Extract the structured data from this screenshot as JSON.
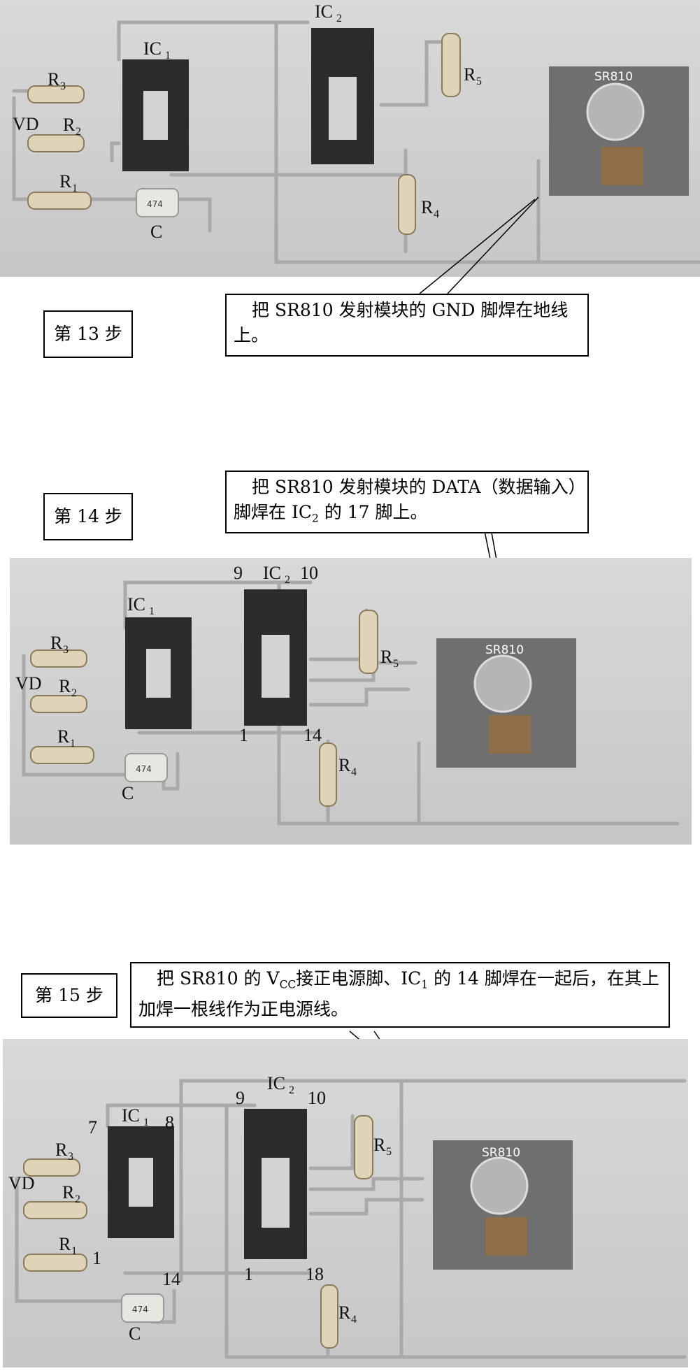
{
  "colors": {
    "board_bg": "#d3d3d3",
    "chip": "#2b2b2b",
    "wire": "#a9a9a9",
    "module": "#6f6f6f"
  },
  "step13": {
    "step_label": "第 13 步",
    "note": "把 SR810 发射模块的 GND 脚焊在地线上。",
    "labels": {
      "ic1": "IC",
      "ic1_sub": "1",
      "ic2": "IC",
      "ic2_sub": "2",
      "r1": "R",
      "r1_sub": "1",
      "r2": "R",
      "r2_sub": "2",
      "r3": "R",
      "r3_sub": "3",
      "r4": "R",
      "r4_sub": "4",
      "r5": "R",
      "r5_sub": "5",
      "vd": "VD",
      "c": "C",
      "cap_code": "474",
      "module_name": "SR810"
    }
  },
  "step14": {
    "step_label": "第 14 步",
    "note_a": "把 SR810 发射模块的 DATA（数据输入）脚焊在 IC",
    "note_sub": "2",
    "note_b": " 的 17 脚上。",
    "labels": {
      "ic1": "IC",
      "ic1_sub": "1",
      "ic2": "IC",
      "ic2_sub": "2",
      "pin9": "9",
      "pin10": "10",
      "pin1": "1",
      "pin14": "14",
      "r1": "R",
      "r1_sub": "1",
      "r2": "R",
      "r2_sub": "2",
      "r3": "R",
      "r3_sub": "3",
      "r4": "R",
      "r4_sub": "4",
      "r5": "R",
      "r5_sub": "5",
      "vd": "VD",
      "c": "C",
      "cap_code": "474",
      "module_name": "SR810"
    }
  },
  "step15": {
    "step_label": "第 15 步",
    "note_a": "把 SR810 的 V",
    "note_sub": "CC",
    "note_b": "接正电源脚、IC",
    "note_sub2": "1",
    "note_c": " 的 14 脚焊在一起后，在其上加焊一根线作为正电源线。",
    "labels": {
      "ic1": "IC",
      "ic1_sub": "1",
      "ic2": "IC",
      "ic2_sub": "2",
      "pin7": "7",
      "pin8": "8",
      "pin1_ic1": "1",
      "pin14_ic1": "14",
      "pin9": "9",
      "pin10": "10",
      "pin1_ic2": "1",
      "pin18": "18",
      "r1": "R",
      "r1_sub": "1",
      "r2": "R",
      "r2_sub": "2",
      "r3": "R",
      "r3_sub": "3",
      "r4": "R",
      "r4_sub": "4",
      "r5": "R",
      "r5_sub": "5",
      "vd": "VD",
      "c": "C",
      "cap_code": "474",
      "module_name": "SR810"
    }
  }
}
